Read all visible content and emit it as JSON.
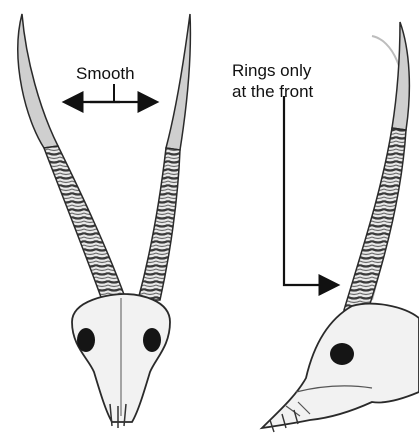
{
  "annotations": {
    "smooth": "Smooth",
    "rings_line1": "Rings only",
    "rings_line2": "at the front"
  },
  "colors": {
    "ink": "#111111",
    "horn_dark": "#2a2a2a",
    "horn_light": "#7a7a7a",
    "bone": "#f2f2f2"
  }
}
